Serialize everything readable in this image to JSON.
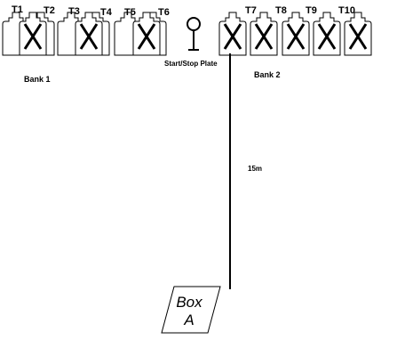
{
  "targets": [
    {
      "label": "T1",
      "crossed": false
    },
    {
      "label": "T2",
      "crossed": true
    },
    {
      "label": "T3",
      "crossed": false
    },
    {
      "label": "T4",
      "crossed": true
    },
    {
      "label": "T5",
      "crossed": false
    },
    {
      "label": "T6",
      "crossed": true
    },
    {
      "label": "T7",
      "crossed": true
    },
    {
      "label": "T8",
      "crossed": true
    },
    {
      "label": "T9",
      "crossed": true
    },
    {
      "label": "T10",
      "crossed": true
    }
  ],
  "labels": {
    "bank1": "Bank 1",
    "bank2": "Bank 2",
    "start_stop": "Start/Stop Plate",
    "distance": "15m",
    "box_line1": "Box",
    "box_line2": "A"
  }
}
